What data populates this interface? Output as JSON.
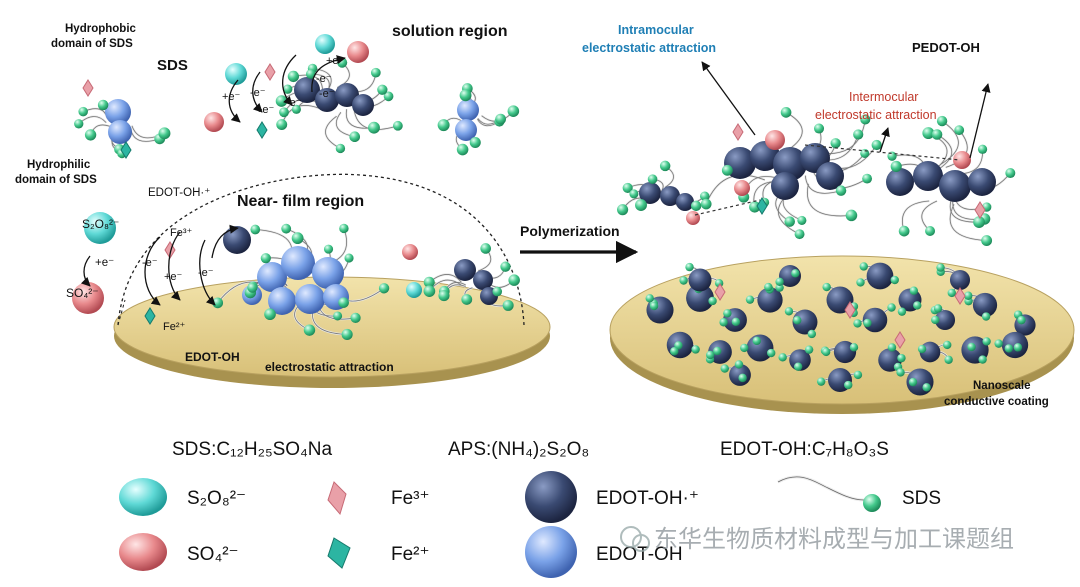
{
  "labels": {
    "hydrophobic": [
      "Hydrophobic",
      "domain of SDS"
    ],
    "hydrophilic": [
      "Hydrophilic",
      "domain of SDS"
    ],
    "sds_top": "SDS",
    "solution_region": "solution region",
    "near_film_region": "Near- film region",
    "edot_radical": "EDOT-OH·⁺",
    "edot_oh": "EDOT-OH",
    "electrostatic": "electrostatic attraction",
    "polymerization": "Polymerization",
    "intramolecular": [
      "Intramocular",
      "electrostatic attraction"
    ],
    "intermolecular": [
      "Intermocular",
      "electrostatic attraction"
    ],
    "pedot_oh": "PEDOT-OH",
    "nanoscale": [
      "Nanoscale",
      "conductive coating"
    ],
    "s2o8_ion": "S₂O₈²⁻",
    "so4_ion": "SO₄²⁻",
    "fe3": "Fe³⁺",
    "fe2": "Fe²⁺",
    "e_plus": "+e⁻",
    "e_minus": "-e⁻"
  },
  "formulas": {
    "sds": "SDS:C₁₂H₂₅SO₄Na",
    "aps": "APS:(NH₄)₂S₂O₈",
    "edot": "EDOT-OH:C₇H₈O₃S"
  },
  "legend": {
    "s2o8": "S₂O₈²⁻",
    "so4": "SO₄²⁻",
    "fe3": "Fe³⁺",
    "fe2": "Fe²⁺",
    "edot_radical": "EDOT-OH·⁺",
    "edot_oh": "EDOT-OH",
    "sds": "SDS"
  },
  "watermark": "东华生物质材料成型与加工课题组",
  "colors": {
    "teal": "#5fd9d6",
    "pink": "#e8898c",
    "navy": "#3a4a72",
    "blue": "#7aa2e8",
    "green": "#43c98c",
    "film": "#e8d79a",
    "blue_text": "#1f7fb5",
    "red_text": "#c0392b"
  }
}
